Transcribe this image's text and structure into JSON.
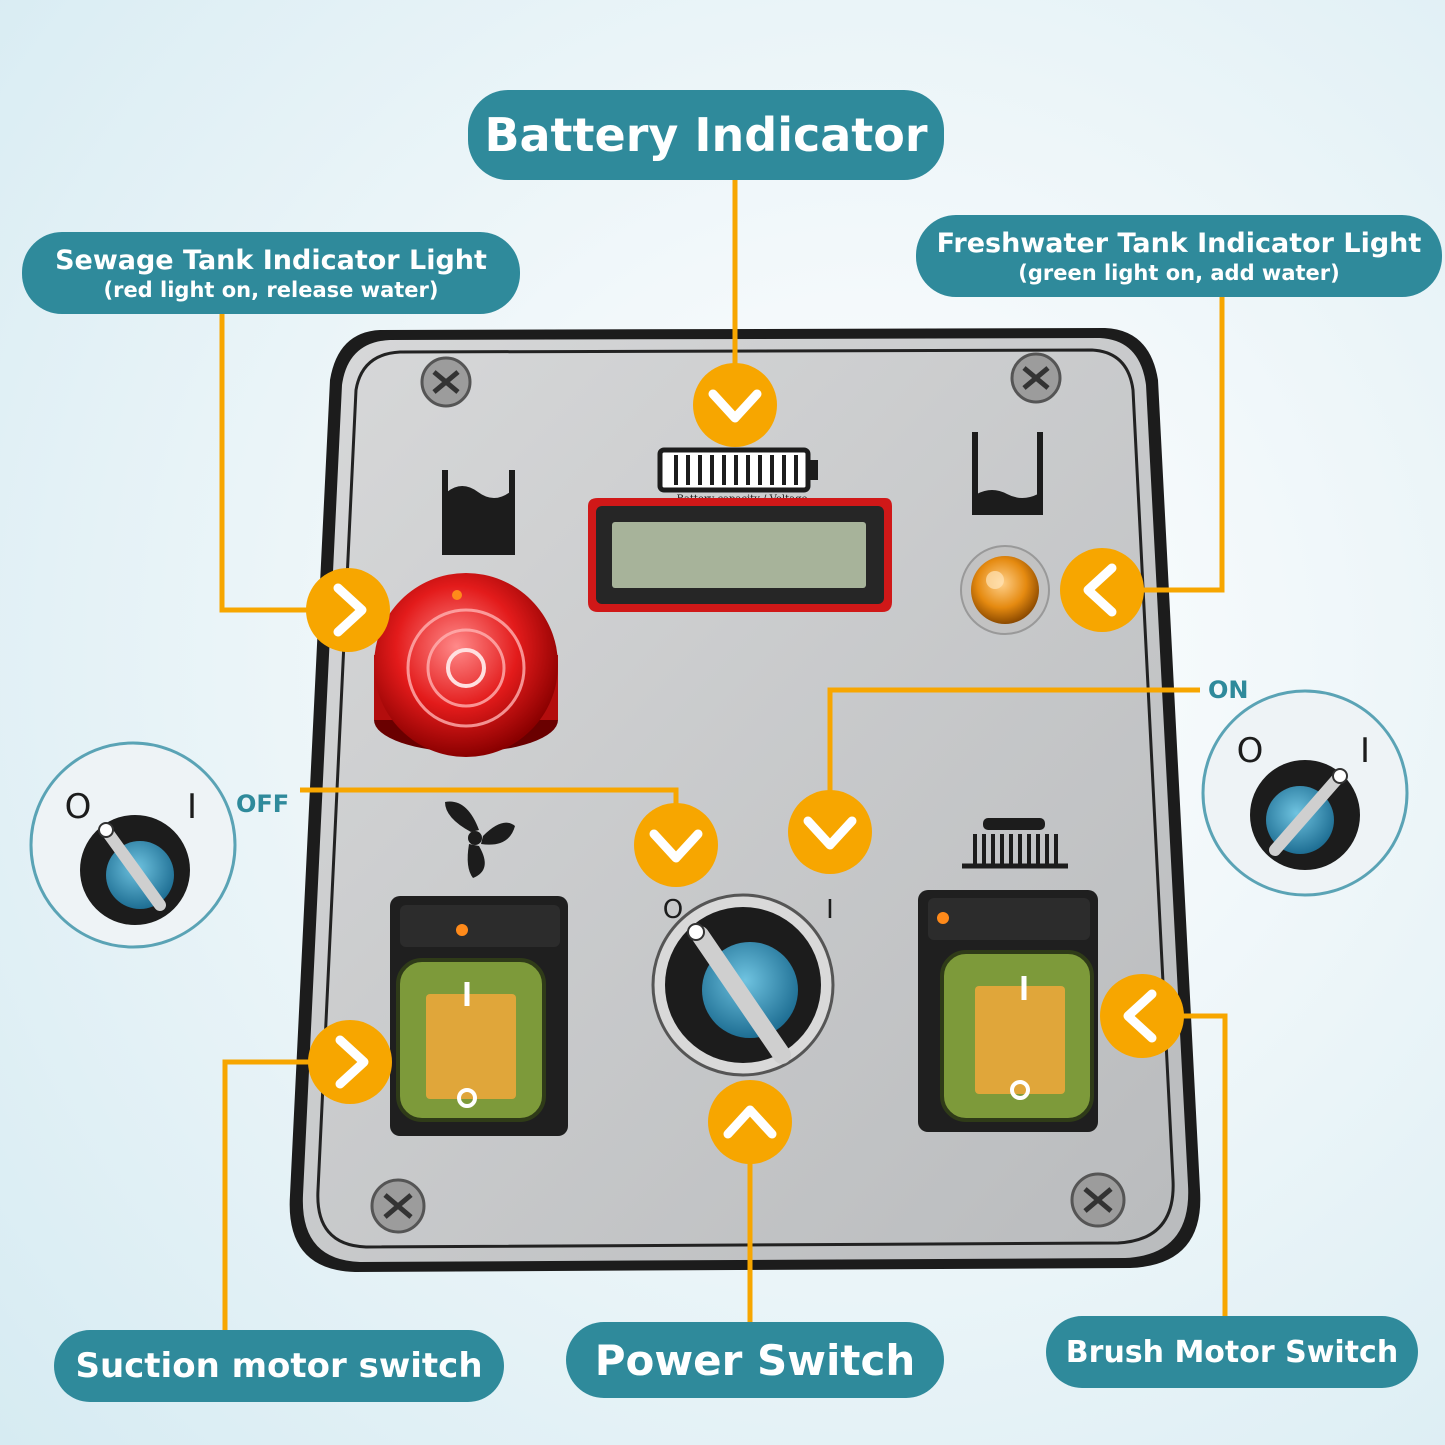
{
  "callouts": {
    "battery": {
      "title": "Battery Indicator"
    },
    "sewage": {
      "title": "Sewage Tank Indicator Light",
      "subtitle": "(red light on, release water)"
    },
    "freshwater": {
      "title": "Freshwater Tank Indicator Light",
      "subtitle": "(green light on, add water)"
    },
    "suction": {
      "title": "Suction motor switch"
    },
    "power": {
      "title": "Power Switch"
    },
    "brush": {
      "title": "Brush Motor Switch"
    }
  },
  "switch_states": {
    "off": "OFF",
    "on": "ON"
  },
  "panel": {
    "battery_caption": "Battery capacity / Voltage",
    "power_mark_off": "O",
    "power_mark_on": "I"
  },
  "insets": {
    "off_mark_o": "O",
    "off_mark_i": "I",
    "on_mark_o": "O",
    "on_mark_i": "I"
  },
  "colors": {
    "accent": "#f7a600",
    "teal": "#2f8a9b",
    "panel": "#c9cbcd"
  },
  "icons": [
    "chevron-down-icon",
    "chevron-right-icon",
    "chevron-left-icon",
    "chevron-up-icon",
    "fan-icon",
    "brush-icon",
    "tank-icon",
    "battery-icon",
    "screw-icon"
  ]
}
